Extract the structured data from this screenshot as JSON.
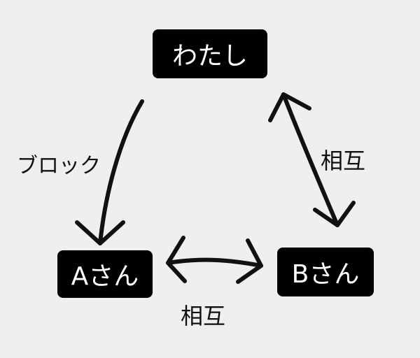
{
  "nodes": {
    "me": "わたし",
    "a": "Aさん",
    "b": "Bさん"
  },
  "edges": {
    "me_to_a": "ブロック",
    "me_b": "相互",
    "a_b": "相互"
  }
}
